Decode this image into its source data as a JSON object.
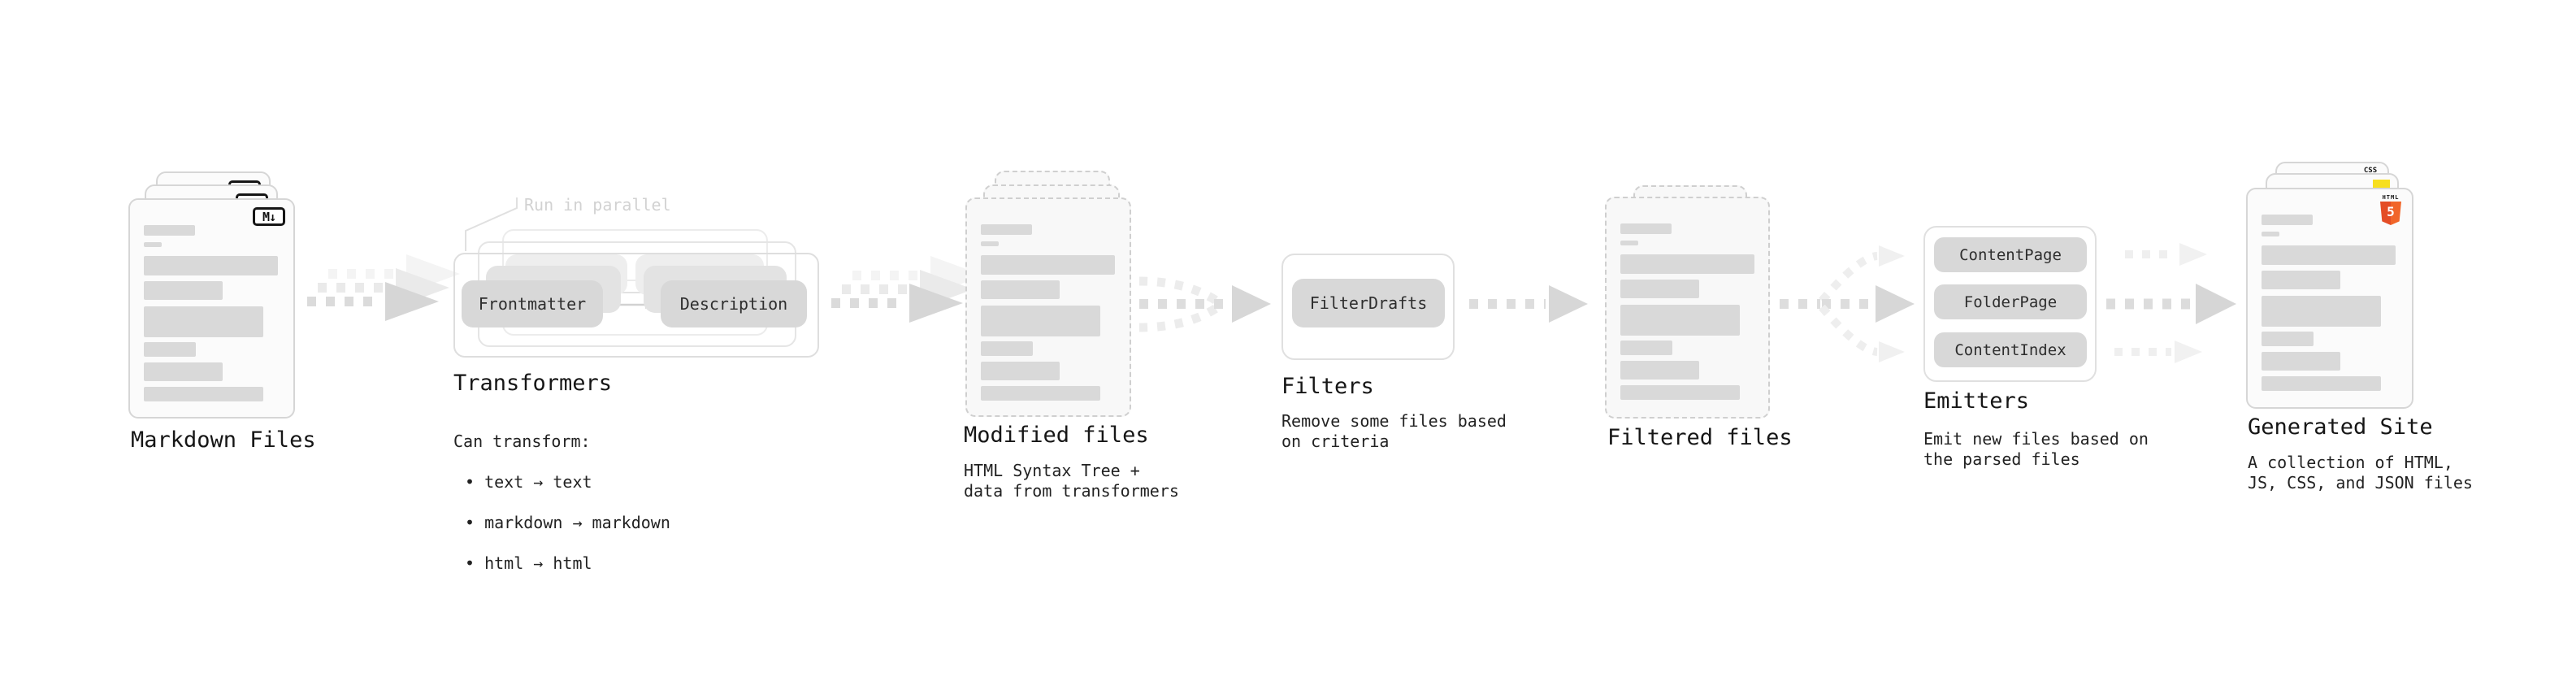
{
  "diagram": {
    "markdown": {
      "title": "Markdown Files",
      "badge": "M↓"
    },
    "transformers": {
      "note": "Run in parallel",
      "pill_frontmatter": "Frontmatter",
      "pill_description": "Description",
      "title": "Transformers",
      "desc_heading": "Can transform:",
      "bullets": [
        "• text → text",
        "• markdown → markdown",
        "• html → html"
      ]
    },
    "modified": {
      "title": "Modified files",
      "desc": "HTML Syntax Tree +\ndata from transformers"
    },
    "filters": {
      "pill": "FilterDrafts",
      "title": "Filters",
      "desc": "Remove some files based\non criteria"
    },
    "filtered": {
      "title": "Filtered files"
    },
    "emitters": {
      "pills": [
        "ContentPage",
        "FolderPage",
        "ContentIndex"
      ],
      "title": "Emitters",
      "desc": "Emit new files based on\nthe parsed files"
    },
    "generated": {
      "title": "Generated Site",
      "desc": "A collection of HTML,\nJS, CSS, and JSON files",
      "html5_label": "HTML",
      "html5_number": "5",
      "css_label": "CSS"
    }
  },
  "colors": {
    "html5_orange": "#e44d26",
    "html5_orange_light": "#f16529",
    "js_yellow": "#f7df1e",
    "css_blue": "#2965f1",
    "bar_gray": "#d9d9d9",
    "arrow_gray": "#dbdbdb"
  }
}
